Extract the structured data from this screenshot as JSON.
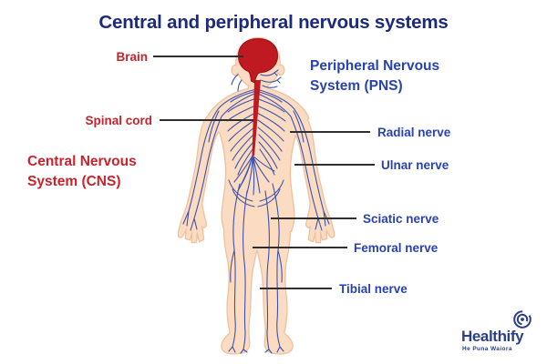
{
  "title": "Central and peripheral nervous systems",
  "headings": {
    "cns": "Central Nervous System (CNS)",
    "pns": "Peripheral Nervous System (PNS)"
  },
  "labels": {
    "brain": "Brain",
    "spinal_cord": "Spinal cord",
    "radial": "Radial nerve",
    "ulnar": "Ulnar nerve",
    "sciatic": "Sciatic nerve",
    "femoral": "Femoral nerve",
    "tibial": "Tibial nerve"
  },
  "colors": {
    "title_navy": "#1d2a7c",
    "label_blue": "#2742b3",
    "label_red": "#c8232b",
    "brain_red": "#bf1a22",
    "brain_dark": "#9c0e16",
    "skin": "#fbdcc2",
    "skin_outline": "#eec19d",
    "nerve_blue": "#3e52aa",
    "pointer_line": "#2f2f2f",
    "logo_navy": "#2b3f87"
  },
  "logo": {
    "brand": "Healthify",
    "tagline": "He Puna Waiora"
  }
}
